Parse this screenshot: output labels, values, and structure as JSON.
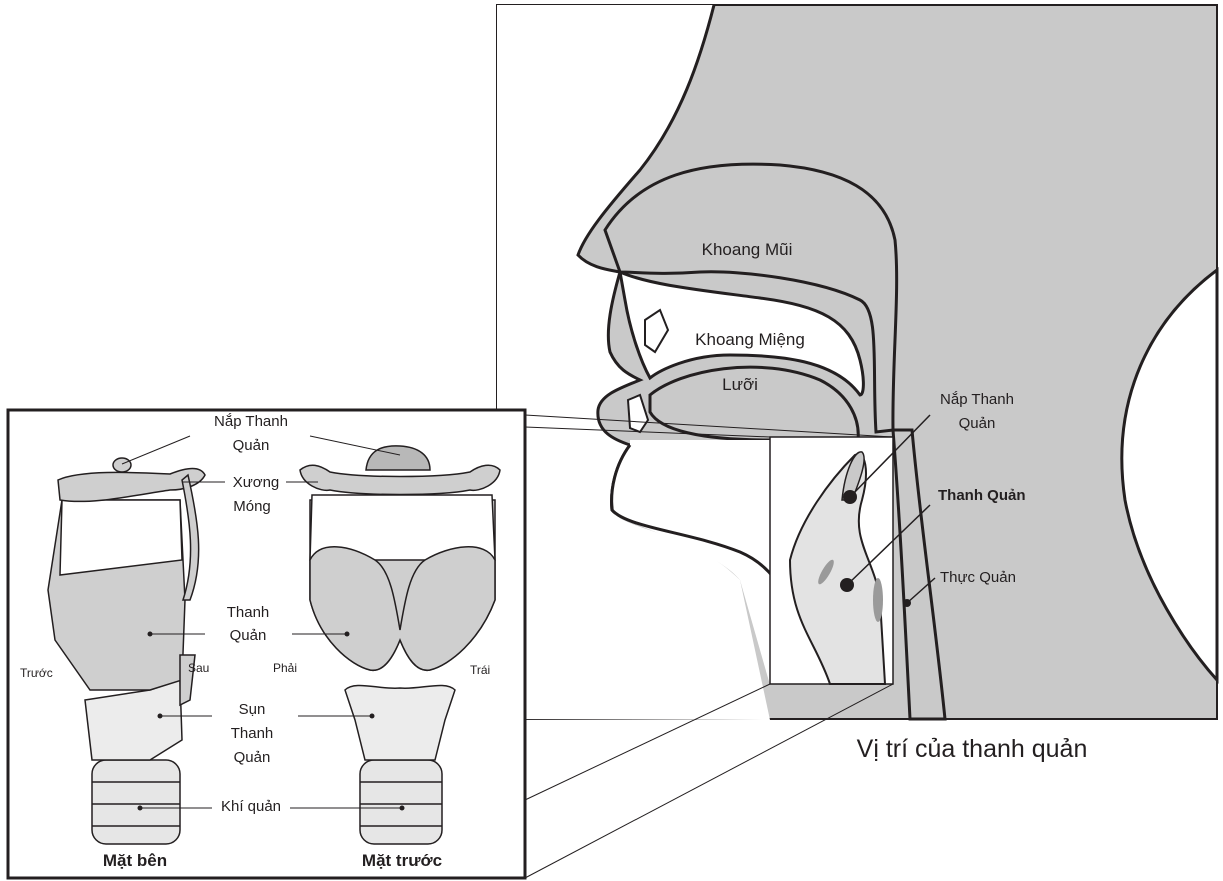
{
  "head_section": {
    "labels": {
      "nasal_cavity": "Khoang Mũi",
      "oral_cavity": "Khoang Miệng",
      "tongue": "Lưỡi",
      "epiglottis": [
        "Nắp Thanh",
        "Quản"
      ],
      "larynx": "Thanh Quản",
      "esophagus": "Thực Quản"
    },
    "caption": "Vị trí của thanh quản"
  },
  "inset": {
    "labels": {
      "epiglottis": [
        "Nắp Thanh",
        "Quản"
      ],
      "hyoid_bone": [
        "Xương",
        "Móng"
      ],
      "larynx": [
        "Thanh",
        "Quản"
      ],
      "cricoid_cartilage": [
        "Sụn",
        "Thanh",
        "Quản"
      ],
      "trachea": "Khí quản",
      "anterior": "Trước",
      "posterior": "Sau",
      "right": "Phải",
      "left": "Trái"
    },
    "view_lateral": "Mặt bên",
    "view_front": "Mặt trước"
  },
  "colors": {
    "tissue_gray": "#c9c9c9",
    "outline": "#231f20",
    "background": "#ffffff"
  }
}
